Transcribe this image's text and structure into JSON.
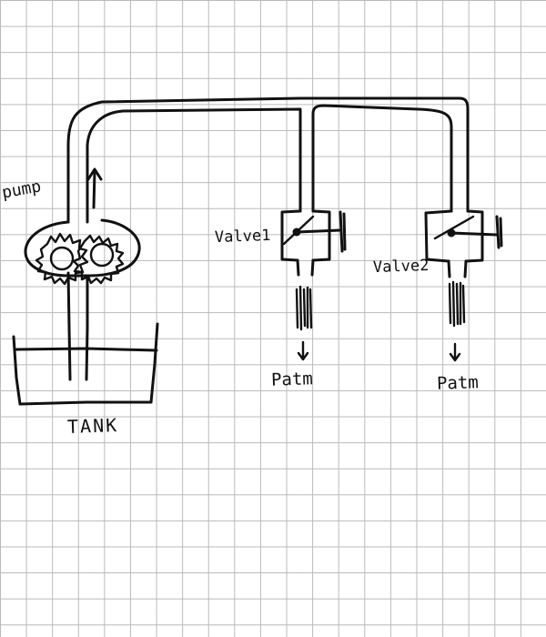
{
  "labels": {
    "pump": "pump",
    "tank": "TANK",
    "valve1": "Valve1",
    "valve2": "Valve2",
    "patm_1": "Patm",
    "patm_2": "Patm"
  },
  "colors": {
    "ink": "#111111",
    "grid": "#b9b9b9",
    "paper": "#ffffff"
  }
}
